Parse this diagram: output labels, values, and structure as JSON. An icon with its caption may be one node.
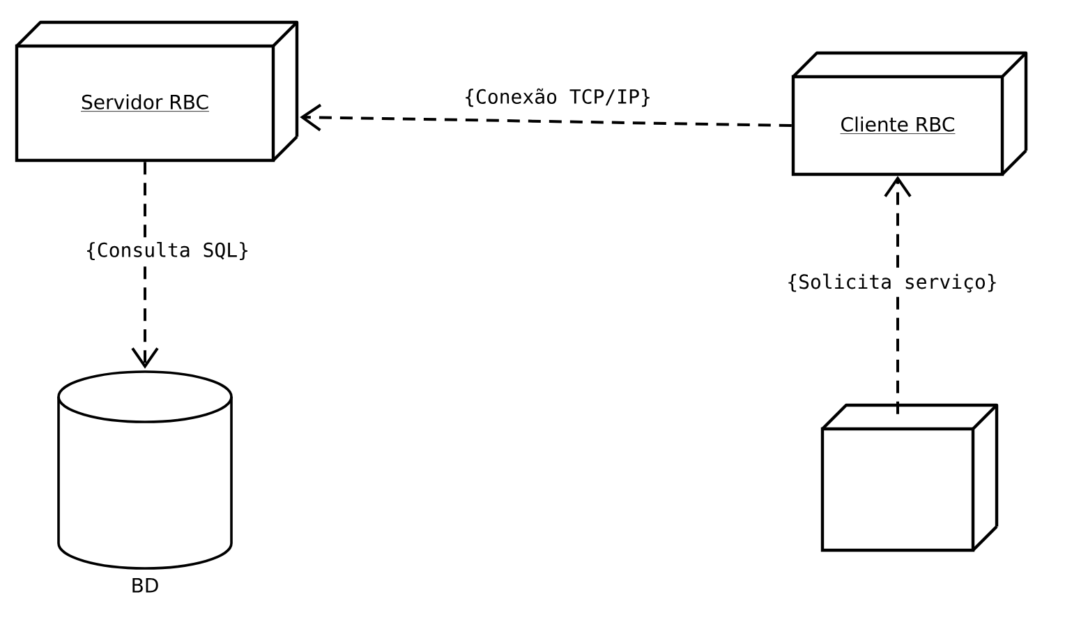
{
  "diagram": {
    "nodes": [
      {
        "text": [
          "Servidor RBC"
        ]
      },
      {
        "text": [
          "Cliente RBC"
        ]
      },
      {
        "text": [
          "BD"
        ]
      },
      {
        "text": [],
        "shape": "box"
      }
    ],
    "edges": [
      {
        "from": 1,
        "to": 0,
        "arrow": "to",
        "label": "{Conexão TCP/IP}",
        "style": "dashed"
      },
      {
        "from": 0,
        "to": 2,
        "arrow": "to",
        "label": "{Consulta SQL}",
        "style": "dashed"
      },
      {
        "from": 3,
        "to": 1,
        "arrow": "to",
        "label": "{Solicita serviço}",
        "style": "dashed"
      }
    ]
  }
}
